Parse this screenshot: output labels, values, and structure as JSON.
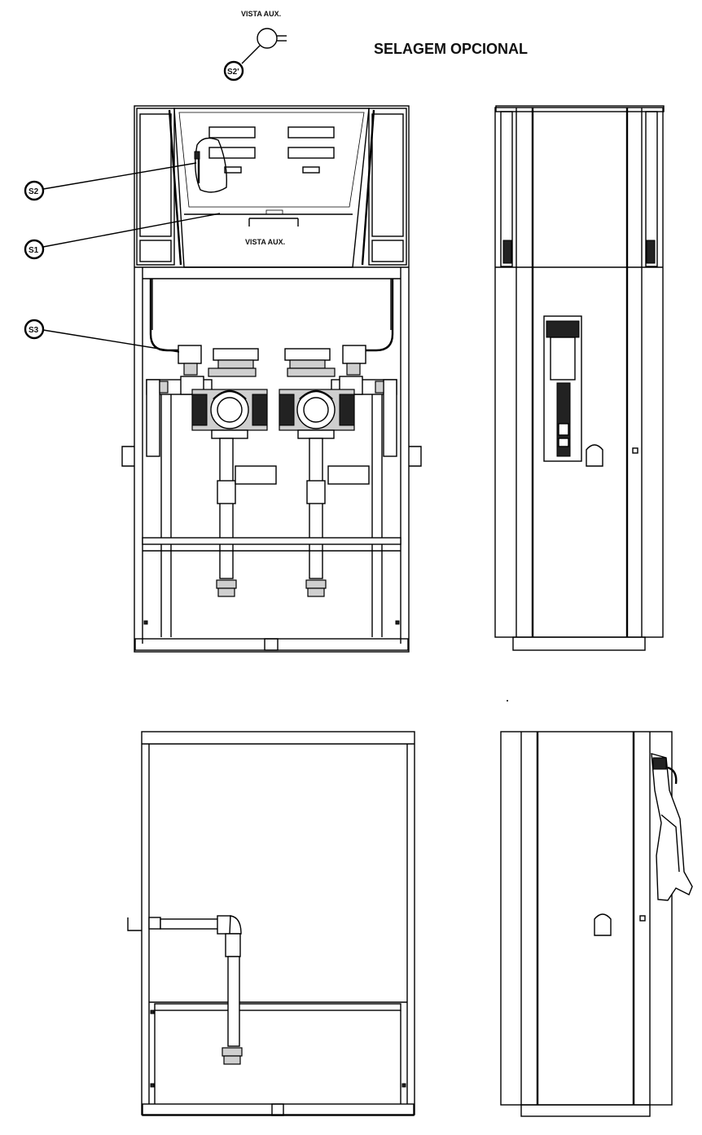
{
  "title": "SELAGEM OPCIONAL",
  "aux_view_label_top": "VISTA AUX.",
  "aux_view_label_panel": "VISTA AUX.",
  "seals": {
    "s2_prime": "S2'",
    "s2": "S2",
    "s1": "S1",
    "s3": "S3"
  },
  "views": [
    "front-view",
    "right-side-view",
    "rear-view",
    "left-side-view"
  ]
}
